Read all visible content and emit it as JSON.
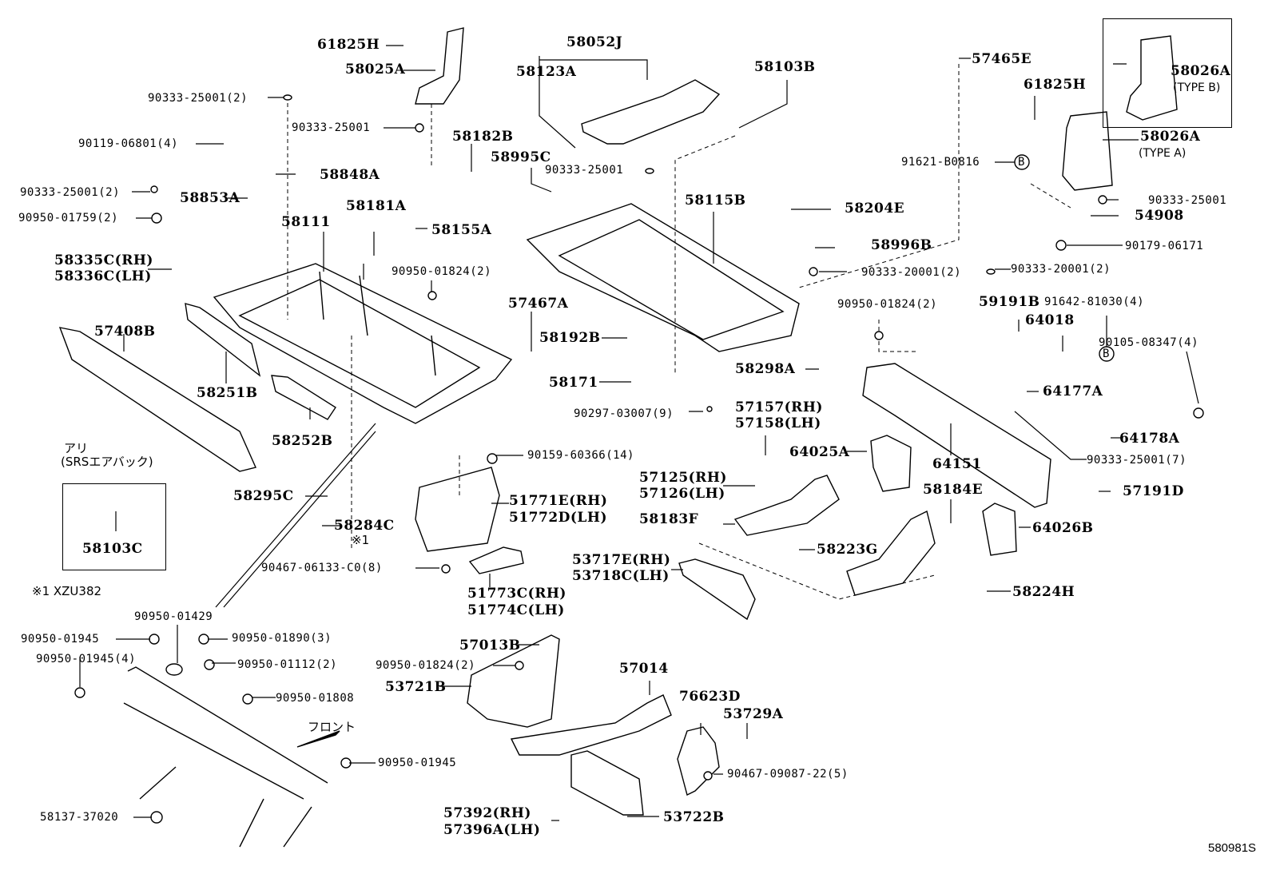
{
  "diagram": {
    "id_code": "580981S",
    "notes": {
      "srs_option_line1": "アリ",
      "srs_option_line2": "(SRSエアバック)",
      "footnote": "※1 XZU382",
      "front_indicator": "フロント",
      "marker_1": "※1"
    },
    "callout_b": "B",
    "parts": [
      {
        "key": "p61825h_a",
        "number": "61825H"
      },
      {
        "key": "p58025a",
        "number": "58025A"
      },
      {
        "key": "p90333_25001_2a",
        "number": "90333-25001(2)"
      },
      {
        "key": "p90333_25001_a",
        "number": "90333-25001"
      },
      {
        "key": "p90119_06801",
        "number": "90119-06801(4)"
      },
      {
        "key": "p58848a",
        "number": "58848A"
      },
      {
        "key": "p90333_25001_2b",
        "number": "90333-25001(2)"
      },
      {
        "key": "p58853a",
        "number": "58853A"
      },
      {
        "key": "p90950_01759",
        "number": "90950-01759(2)"
      },
      {
        "key": "p58335c",
        "number": "58335C(RH)"
      },
      {
        "key": "p58336c",
        "number": "58336C(LH)"
      },
      {
        "key": "p58111",
        "number": "58111"
      },
      {
        "key": "p58181a",
        "number": "58181A"
      },
      {
        "key": "p58155a",
        "number": "58155A"
      },
      {
        "key": "p90950_01824_a",
        "number": "90950-01824(2)"
      },
      {
        "key": "p57408b",
        "number": "57408B"
      },
      {
        "key": "p58251b",
        "number": "58251B"
      },
      {
        "key": "p58252b",
        "number": "58252B"
      },
      {
        "key": "p58103c",
        "number": "58103C"
      },
      {
        "key": "p58295c",
        "number": "58295C"
      },
      {
        "key": "p58284c",
        "number": "58284C"
      },
      {
        "key": "p58052j",
        "number": "58052J"
      },
      {
        "key": "p58123a",
        "number": "58123A"
      },
      {
        "key": "p58103b",
        "number": "58103B"
      },
      {
        "key": "p58182b",
        "number": "58182B"
      },
      {
        "key": "p58995c",
        "number": "58995C"
      },
      {
        "key": "p90333_25001_c",
        "number": "90333-25001"
      },
      {
        "key": "p58115b",
        "number": "58115B"
      },
      {
        "key": "p58204e",
        "number": "58204E"
      },
      {
        "key": "p58996b",
        "number": "58996B"
      },
      {
        "key": "p90333_20001_a",
        "number": "90333-20001(2)"
      },
      {
        "key": "p57467a",
        "number": "57467A"
      },
      {
        "key": "p58192b",
        "number": "58192B"
      },
      {
        "key": "p58171",
        "number": "58171"
      },
      {
        "key": "p58298a",
        "number": "58298A"
      },
      {
        "key": "p90297_03007",
        "number": "90297-03007(9)"
      },
      {
        "key": "p57465e",
        "number": "57465E"
      },
      {
        "key": "p61825h_b",
        "number": "61825H"
      },
      {
        "key": "p58026a_b",
        "number": "58026A",
        "variant": "(TYPE B)"
      },
      {
        "key": "p58026a_a",
        "number": "58026A",
        "variant": "(TYPE A)"
      },
      {
        "key": "p91621_b0816",
        "number": "91621-B0816"
      },
      {
        "key": "p90333_25001_d",
        "number": "90333-25001"
      },
      {
        "key": "p54908",
        "number": "54908"
      },
      {
        "key": "p90179_06171",
        "number": "90179-06171"
      },
      {
        "key": "p90333_20001_b",
        "number": "90333-20001(2)"
      },
      {
        "key": "p90950_01824_b",
        "number": "90950-01824(2)"
      },
      {
        "key": "p59191b",
        "number": "59191B"
      },
      {
        "key": "p91642_81030",
        "number": "91642-81030(4)"
      },
      {
        "key": "p64018",
        "number": "64018"
      },
      {
        "key": "p90105_08347",
        "number": "90105-08347(4)"
      },
      {
        "key": "p64177a",
        "number": "64177A"
      },
      {
        "key": "p64178a",
        "number": "64178A"
      },
      {
        "key": "p90333_25001_7",
        "number": "90333-25001(7)"
      },
      {
        "key": "p64151",
        "number": "64151"
      },
      {
        "key": "p64025a",
        "number": "64025A"
      },
      {
        "key": "p57157",
        "number": "57157(RH)"
      },
      {
        "key": "p57158",
        "number": "57158(LH)"
      },
      {
        "key": "p57125",
        "number": "57125(RH)"
      },
      {
        "key": "p57126",
        "number": "57126(LH)"
      },
      {
        "key": "p58183f",
        "number": "58183F"
      },
      {
        "key": "p58223g",
        "number": "58223G"
      },
      {
        "key": "p58184e",
        "number": "58184E"
      },
      {
        "key": "p57191d",
        "number": "57191D"
      },
      {
        "key": "p64026b",
        "number": "64026B"
      },
      {
        "key": "p58224h",
        "number": "58224H"
      },
      {
        "key": "p90159_60366",
        "number": "90159-60366(14)"
      },
      {
        "key": "p51771e",
        "number": "51771E(RH)"
      },
      {
        "key": "p51772d",
        "number": "51772D(LH)"
      },
      {
        "key": "p90467_06133",
        "number": "90467-06133-C0(8)"
      },
      {
        "key": "p51773c",
        "number": "51773C(RH)"
      },
      {
        "key": "p51774c",
        "number": "51774C(LH)"
      },
      {
        "key": "p53717e",
        "number": "53717E(RH)"
      },
      {
        "key": "p53718c",
        "number": "53718C(LH)"
      },
      {
        "key": "p90950_01429",
        "number": "90950-01429"
      },
      {
        "key": "p90950_01945_a",
        "number": "90950-01945"
      },
      {
        "key": "p90950_01890",
        "number": "90950-01890(3)"
      },
      {
        "key": "p90950_01945_4",
        "number": "90950-01945(4)"
      },
      {
        "key": "p90950_01112",
        "number": "90950-01112(2)"
      },
      {
        "key": "p90950_01808",
        "number": "90950-01808"
      },
      {
        "key": "p90950_01945_b",
        "number": "90950-01945"
      },
      {
        "key": "p58137_37020",
        "number": "58137-37020"
      },
      {
        "key": "p57013b",
        "number": "57013B"
      },
      {
        "key": "p90950_01824_c",
        "number": "90950-01824(2)"
      },
      {
        "key": "p53721b",
        "number": "53721B"
      },
      {
        "key": "p57014",
        "number": "57014"
      },
      {
        "key": "p76623d",
        "number": "76623D"
      },
      {
        "key": "p53729a",
        "number": "53729A"
      },
      {
        "key": "p90467_09087",
        "number": "90467-09087-22(5)"
      },
      {
        "key": "p57392",
        "number": "57392(RH)"
      },
      {
        "key": "p57396a",
        "number": "57396A(LH)"
      },
      {
        "key": "p53722b",
        "number": "53722B"
      }
    ]
  }
}
